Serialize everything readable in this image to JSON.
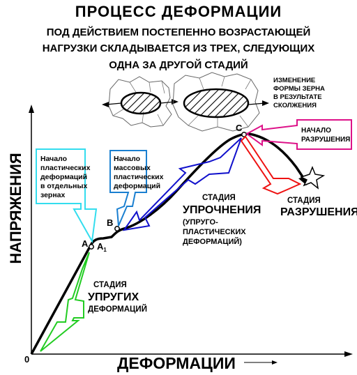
{
  "title": "ПРОЦЕСС    ДЕФОРМАЦИИ",
  "subtitle_lines": [
    "ПОД ДЕЙСТВИЕМ ПОСТЕПЕННО ВОЗРАСТАЮЩЕЙ",
    "НАГРУЗКИ СКЛАДЫВАЕТСЯ  ИЗ ТРЕХ, СЛЕДУЮЩИХ",
    "ОДНА ЗА ДРУГОЙ  СТАДИЙ"
  ],
  "axes": {
    "y_label": "НАПРЯЖЕНИЯ",
    "x_label": "ДЕФОРМАЦИИ",
    "origin": "0"
  },
  "points": {
    "a": "A",
    "a1": "A",
    "a1_sub": "1",
    "b": "B",
    "c": "C"
  },
  "grain_note": [
    "ИЗМЕНЕНИЕ",
    "ФОРМЫ ЗЕРНА",
    "В РЕЗУЛЬТАТЕ",
    "СКОЛЖЕНИЯ"
  ],
  "callouts": {
    "plastic_individual": [
      "Начало",
      "пластических",
      "деформаций",
      "в отдельных",
      "зернах"
    ],
    "plastic_mass": [
      "Начало",
      "массовых",
      "пластических",
      "деформаций"
    ],
    "fracture_start": [
      "НАЧАЛО",
      "РАЗРУШЕНИЯ"
    ]
  },
  "stages": {
    "elastic": {
      "line1": "СТАДИЯ",
      "line2": "УПРУГИХ",
      "line3": "ДЕФОРМАЦИЙ"
    },
    "hardening": {
      "line1": "СТАДИЯ",
      "line2": "УПРОЧНЕНИЯ",
      "line3": "(УПРУГО-",
      "line4": "ПЛАСТИЧЕСКИХ",
      "line5": "ДЕФОРМАЦИЙ)"
    },
    "fracture": {
      "line1": "СТАДИЯ",
      "line2": "РАЗРУШЕНИЯ"
    }
  },
  "colors": {
    "elastic": "#22cc22",
    "plastic_individual": "#33ddee",
    "plastic_mass": "#1a7fd0",
    "hardening": "#1111cc",
    "fracture": "#ee1111",
    "fracture_start": "#dd1188"
  }
}
